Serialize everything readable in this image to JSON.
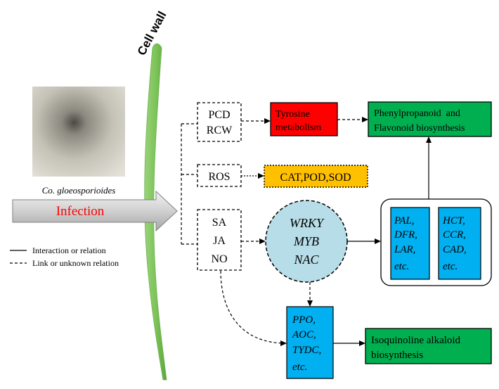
{
  "cell_wall_label": "Cell wall",
  "pathogen_name": "Co. gloeosporioides",
  "infection_label": "Infection",
  "legend": {
    "solid": "Interaction or relation",
    "dashed": "Link or unknown relation"
  },
  "nodes": {
    "pcd_rcw": [
      "PCD",
      "RCW"
    ],
    "ros": "ROS",
    "sa_ja_no": [
      "SA",
      "JA",
      "NO"
    ],
    "tyrosine": [
      "Tyrosine",
      "metabolism"
    ],
    "cat_pod_sod": "CAT,POD,SOD",
    "phenyl": [
      "Phenylpropanoid  and",
      "Flavonoid biosynthesis"
    ],
    "tf": [
      "WRKY",
      "MYB",
      "NAC"
    ],
    "genes_left": [
      "PAL,",
      "DFR,",
      "LAR,",
      "etc."
    ],
    "genes_right": [
      "HCT,",
      "CCR,",
      "CAD,",
      "etc."
    ],
    "genes_bottom": [
      "PPO,",
      "AOC,",
      "TYDC,",
      "etc."
    ],
    "isoq": [
      "Isoquinoline alkaloid",
      "biosynthesis"
    ]
  },
  "colors": {
    "red_box": "#ff0000",
    "orange_box": "#ffc000",
    "green_box": "#00b050",
    "blue_box": "#00b0f0",
    "circle_fill": "#b7dde8",
    "wall_green": "#7dc45a",
    "infection_text": "#ff0000"
  }
}
